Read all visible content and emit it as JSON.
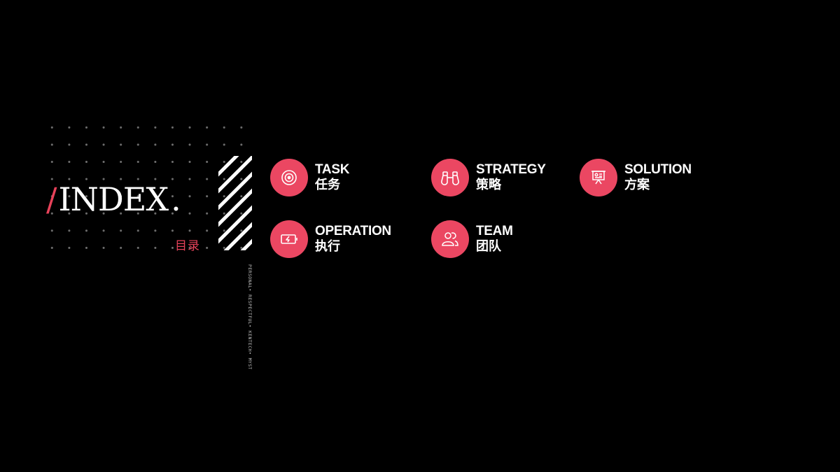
{
  "title": {
    "slash": "/",
    "main": "INDEX",
    "dot": ".",
    "subtitle": "目录"
  },
  "vertical_caption": "PERSONAL• RESPECTFUL• KENTECH• MYSTERY•",
  "menu": [
    {
      "id": "task",
      "en": "TASK",
      "cn": "任务",
      "icon": "target-icon"
    },
    {
      "id": "strategy",
      "en": "STRATEGY",
      "cn": "策略",
      "icon": "binoculars-icon"
    },
    {
      "id": "solution",
      "en": "SOLUTION",
      "cn": "方案",
      "icon": "presentation-board-icon"
    },
    {
      "id": "operation",
      "en": "OPERATION",
      "cn": "执行",
      "icon": "battery-charging-icon"
    },
    {
      "id": "team",
      "en": "TEAM",
      "cn": "团队",
      "icon": "users-icon"
    }
  ],
  "colors": {
    "background": "#000000",
    "accent": "#eb4762",
    "text": "#ffffff"
  }
}
